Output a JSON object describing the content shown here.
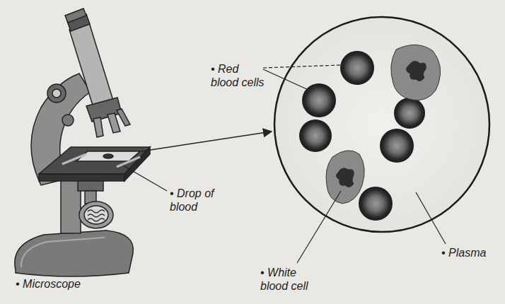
{
  "diagram": {
    "labels": [
      "• Red blood cells",
      "• Drop of blood",
      "• White blood cell",
      "• Plasma",
      "• Microscope"
    ]
  }
}
